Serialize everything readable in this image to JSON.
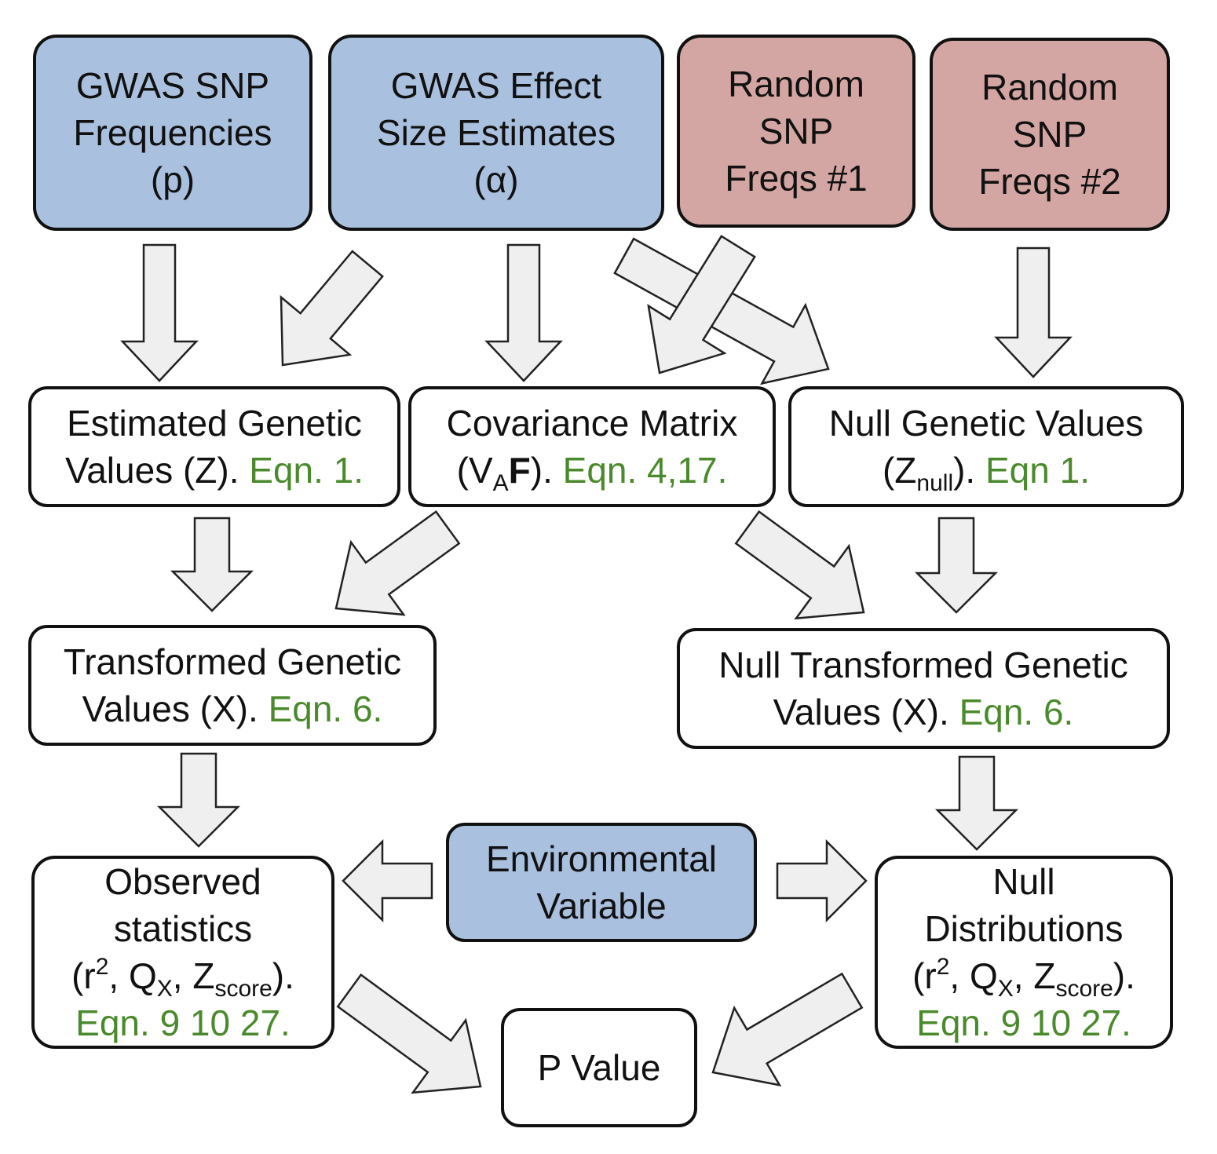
{
  "colors": {
    "input_blue": "#a9c0de",
    "input_red": "#d4a6a3",
    "equation_green": "#4a8a2c",
    "arrow_fill": "#efefef"
  },
  "inputs": {
    "gwas_freq": [
      "GWAS SNP",
      "Frequencies",
      "(p)"
    ],
    "gwas_effect": [
      "GWAS Effect",
      "Size Estimates",
      "(α)"
    ],
    "random1": [
      "Random",
      "SNP",
      "Freqs #1"
    ],
    "random2": [
      "Random",
      "SNP",
      "Freqs #2"
    ]
  },
  "estimated": {
    "line1": "Estimated Genetic",
    "line2": "Values (Z). ",
    "eqn": "Eqn. 1."
  },
  "covariance": {
    "line1": "Covariance Matrix",
    "open": "(V",
    "sub": "A",
    "bold": "F",
    "close": "). ",
    "eqn": "Eqn. 4,17."
  },
  "null_values": {
    "line1": "Null Genetic Values",
    "open": "(Z",
    "sub": "null",
    "close": "). ",
    "eqn": "Eqn 1."
  },
  "transformed": {
    "line1": "Transformed Genetic",
    "line2": "Values (X). ",
    "eqn": "Eqn. 6."
  },
  "null_transformed": {
    "line1": "Null Transformed Genetic",
    "line2": "Values (X). ",
    "eqn": "Eqn. 6."
  },
  "environmental": [
    "Environmental",
    "Variable"
  ],
  "observed": {
    "line1": "Observed",
    "line2": "statistics",
    "p1": "(r",
    "sup": "2",
    "p2": ", Q",
    "sub1": "X",
    "p3": ", Z",
    "sub2": "score",
    "p4": ").",
    "eqn": "Eqn. 9 10 27."
  },
  "null_dist": {
    "line1": "Null",
    "line2": "Distributions",
    "p1": "(r",
    "sup": "2",
    "p2": ", Q",
    "sub1": "X",
    "p3": ", Z",
    "sub2": "score",
    "p4": ").",
    "eqn": "Eqn. 9 10 27."
  },
  "pvalue": "P Value"
}
